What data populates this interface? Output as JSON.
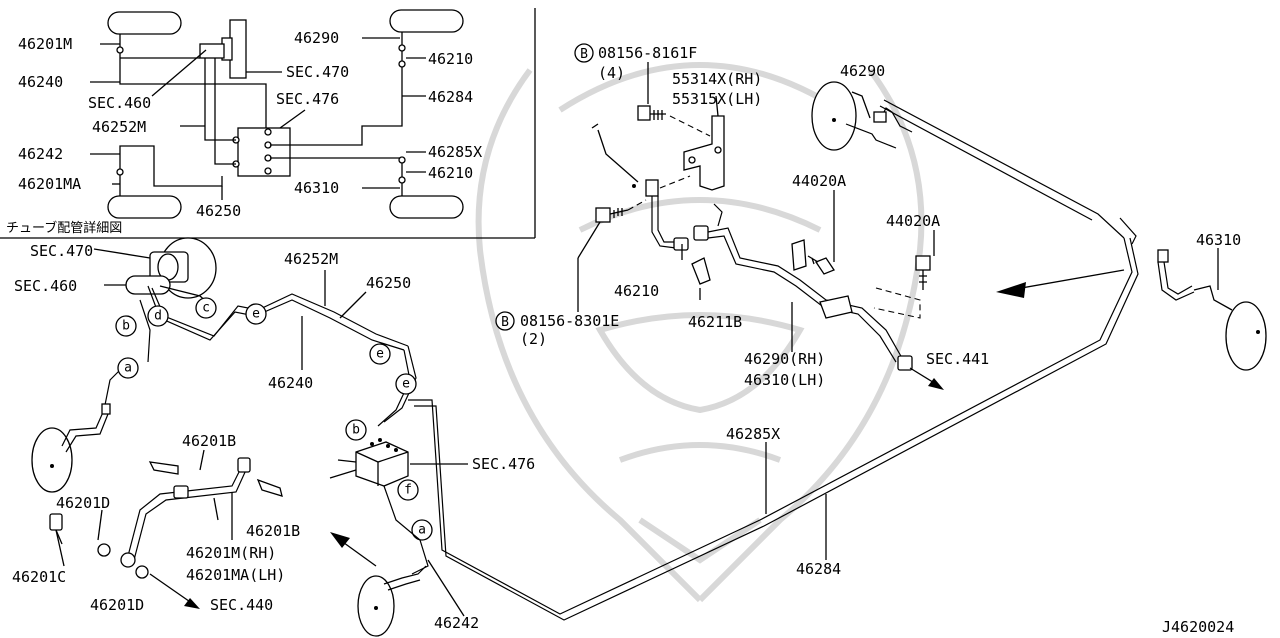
{
  "inset": {
    "caption": "チューブ配管詳細図",
    "labels": {
      "p46201M": "46201M",
      "p46240": "46240",
      "sec460": "SEC.460",
      "p46252M": "46252M",
      "p46242": "46242",
      "p46201MA": "46201MA",
      "p46250": "46250",
      "sec470": "SEC.470",
      "sec476": "SEC.476",
      "p46290": "46290",
      "p46210a": "46210",
      "p46284": "46284",
      "p46285X": "46285X",
      "p46210b": "46210",
      "p46310": "46310"
    }
  },
  "labels": {
    "sec470": "SEC.470",
    "sec460": "SEC.460",
    "p46252M": "46252M",
    "p46250": "46250",
    "p46240": "46240",
    "p46201B_top": "46201B",
    "p46201D_top": "46201D",
    "p46201B_right": "46201B",
    "p46201M_RH": "46201M(RH)",
    "p46201MA_LH": "46201MA(LH)",
    "p46201C": "46201C",
    "p46201D_bottom": "46201D",
    "sec440": "SEC.440",
    "sec476": "SEC.476",
    "p46242": "46242",
    "p46285X": "46285X",
    "p46284": "46284",
    "bolt1_num": "08156-8161F",
    "bolt1_qty": "(4)",
    "p55314X": "55314X(RH)",
    "p55315X": "55315X(LH)",
    "p46290_top": "46290",
    "p44020A_a": "44020A",
    "p44020A_b": "44020A",
    "p46310": "46310",
    "p46210": "46210",
    "p46211B": "46211B",
    "bolt2_num": "08156-8301E",
    "bolt2_qty": "(2)",
    "p46290_RH": "46290(RH)",
    "p46310_LH": "46310(LH)",
    "sec441": "SEC.441",
    "diagram_id": "J4620024"
  },
  "bolt_marker": "B",
  "callouts": {
    "a": "a",
    "b": "b",
    "c": "c",
    "d": "d",
    "e": "e",
    "f": "f"
  }
}
